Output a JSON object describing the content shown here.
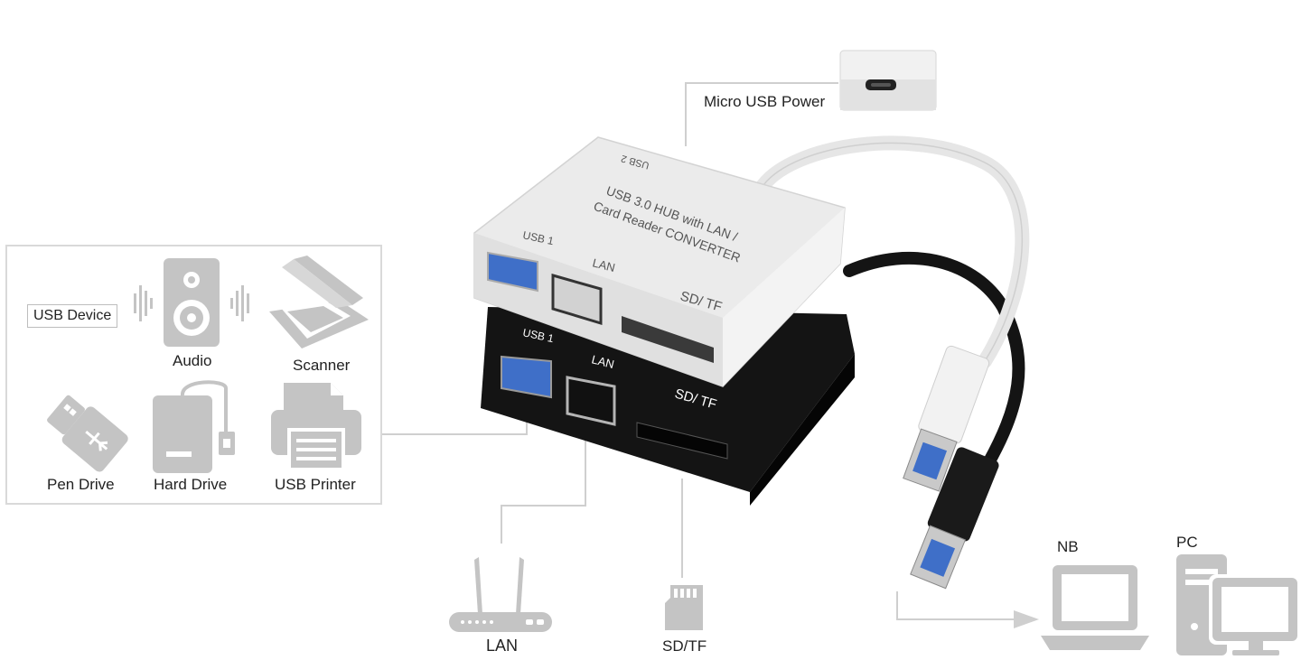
{
  "devices": {
    "tag": "USB Device",
    "audio": "Audio",
    "scanner": "Scanner",
    "pen_drive": "Pen Drive",
    "hard_drive": "Hard Drive",
    "usb_printer": "USB Printer"
  },
  "power": {
    "label": "Micro USB Power"
  },
  "hub_white": {
    "title_line1": "USB 3.0 HUB with LAN /",
    "title_line2": "Card Reader CONVERTER",
    "usb2": "USB 2",
    "usb1": "USB 1",
    "lan": "LAN",
    "sd": "SD/ TF"
  },
  "hub_black": {
    "usb1": "USB 1",
    "lan": "LAN",
    "sd": "SD/ TF"
  },
  "targets": {
    "lan": "LAN",
    "sdtf": "SD/TF",
    "nb": "NB",
    "pc": "PC"
  },
  "colors": {
    "icon_gray": "#c4c4c4",
    "line_gray": "#cfcfcf",
    "hub_white": "#ececec",
    "hub_black": "#141414",
    "usb_blue": "#3f6fc8"
  }
}
